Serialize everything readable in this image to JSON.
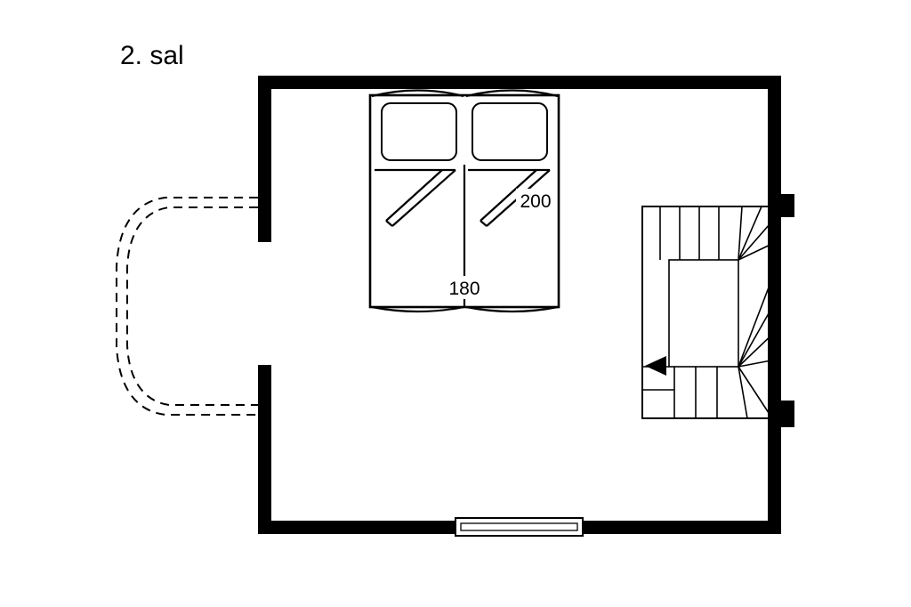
{
  "page": {
    "background_color": "#ffffff",
    "line_color": "#000000"
  },
  "title": {
    "label": "2. sal"
  },
  "bed": {
    "length_label": "200",
    "width_label": "180"
  },
  "stairs": {
    "direction_arrow": "left"
  }
}
